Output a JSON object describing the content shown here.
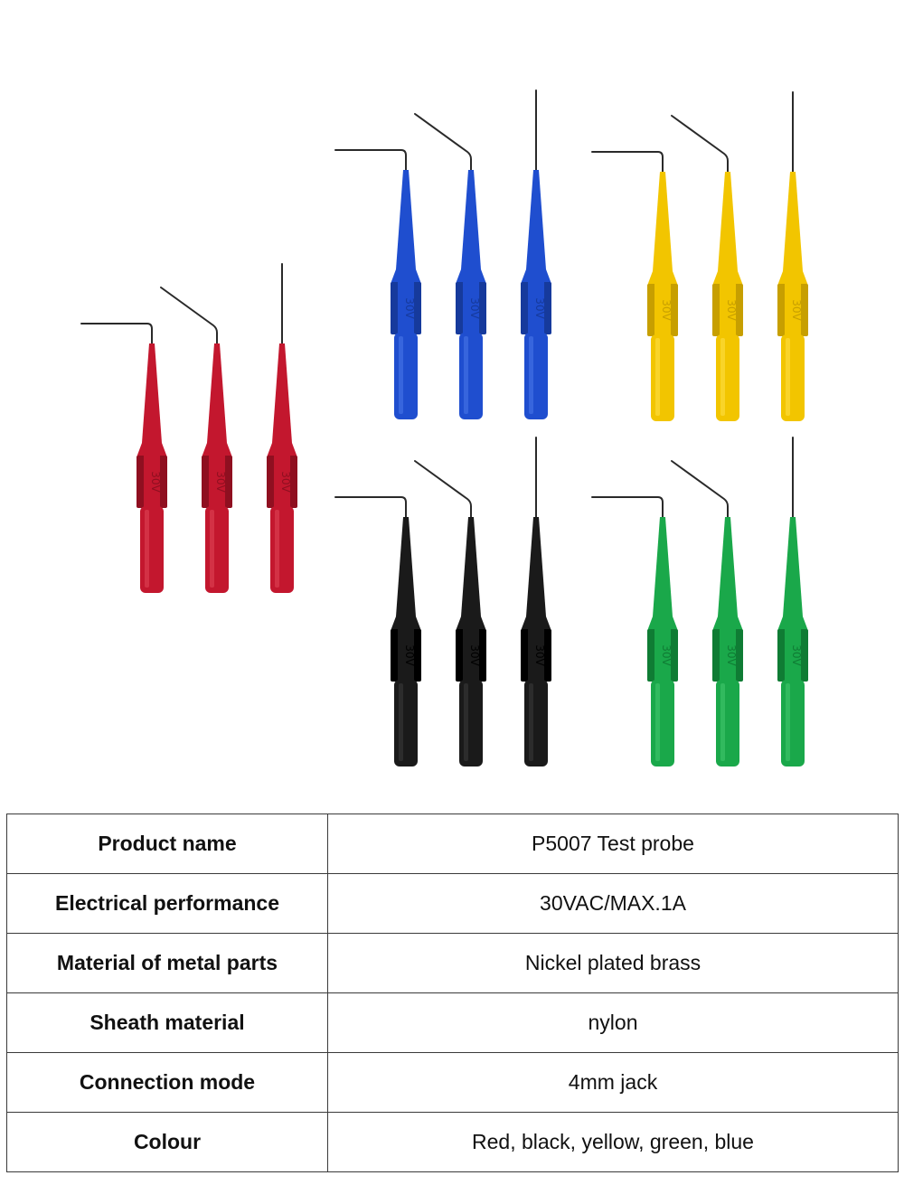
{
  "probes": {
    "groups": [
      {
        "color_name": "red",
        "body": "#c3172e",
        "shade": "#8f0f20",
        "highlight": "#e0475a"
      },
      {
        "color_name": "blue",
        "body": "#1f4ecf",
        "shade": "#163a9c",
        "highlight": "#4b78ea"
      },
      {
        "color_name": "yellow",
        "body": "#f2c500",
        "shade": "#c79f00",
        "highlight": "#ffe04a"
      },
      {
        "color_name": "black",
        "body": "#1a1a1a",
        "shade": "#000000",
        "highlight": "#3d3d3d"
      },
      {
        "color_name": "green",
        "body": "#1aa84a",
        "shade": "#0f7c34",
        "highlight": "#46c96f"
      }
    ],
    "marking": "30V",
    "wire_color": "#2a2a2a"
  },
  "specs": {
    "rows": [
      {
        "label": "Product name",
        "value": "P5007 Test probe"
      },
      {
        "label": "Electrical performance",
        "value": "30VAC/MAX.1A"
      },
      {
        "label": "Material of metal parts",
        "value": "Nickel plated brass"
      },
      {
        "label": "Sheath material",
        "value": "nylon"
      },
      {
        "label": "Connection mode",
        "value": "4mm jack"
      },
      {
        "label": "Colour",
        "value": "Red, black, yellow, green, blue"
      }
    ]
  }
}
